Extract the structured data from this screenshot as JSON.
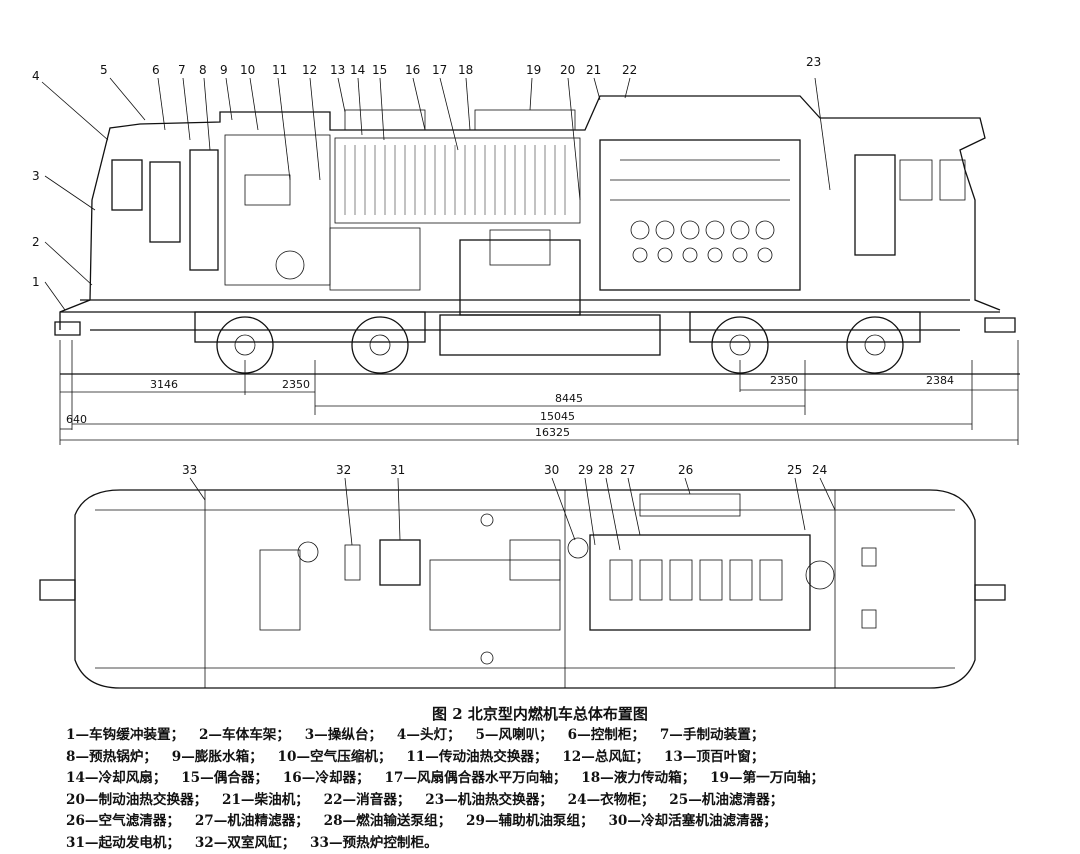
{
  "callouts_side": [
    "4",
    "5",
    "6",
    "7",
    "8",
    "9",
    "10",
    "11",
    "12",
    "13",
    "14",
    "15",
    "16",
    "17",
    "18",
    "19",
    "20",
    "21",
    "22",
    "23",
    "3",
    "2",
    "1"
  ],
  "callouts_plan": [
    "33",
    "32",
    "31",
    "30",
    "29",
    "28",
    "27",
    "26",
    "25",
    "24"
  ],
  "dimensions": {
    "d3146": "3146",
    "d2350a": "2350",
    "d2350b": "2350",
    "d2384": "2384",
    "d8445": "8445",
    "d15045": "15045",
    "d640": "640",
    "d16325": "16325"
  },
  "caption": "图 2  北京型内燃机车总体布置图",
  "legend_lines": [
    [
      "1—车钩缓冲装置；",
      "2—车体车架；",
      "3—操纵台；",
      "4—头灯；",
      "5—风喇叭；",
      "6—控制柜；",
      "7—手制动装置；"
    ],
    [
      "8—预热锅炉；",
      "9—膨胀水箱；",
      "10—空气压缩机；",
      "11—传动油热交换器；",
      "12—总风缸；",
      "13—顶百叶窗；"
    ],
    [
      "14—冷却风扇；",
      "15—偶合器；",
      "16—冷却器；",
      "17—风扇偶合器水平万向轴；",
      "18—液力传动箱；",
      "19—第一万向轴；"
    ],
    [
      "20—制动油热交换器；",
      "21—柴油机；",
      "22—消音器；",
      "23—机油热交换器；",
      "24—衣物柜；",
      "25—机油滤清器；"
    ],
    [
      "26—空气滤清器；",
      "27—机油精滤器；",
      "28—燃油输送泵组；",
      "29—辅助机油泵组；",
      "30—冷却活塞机油滤清器；"
    ],
    [
      "31—起动发电机；",
      "32—双室风缸；",
      "33—预热炉控制柜。"
    ]
  ]
}
